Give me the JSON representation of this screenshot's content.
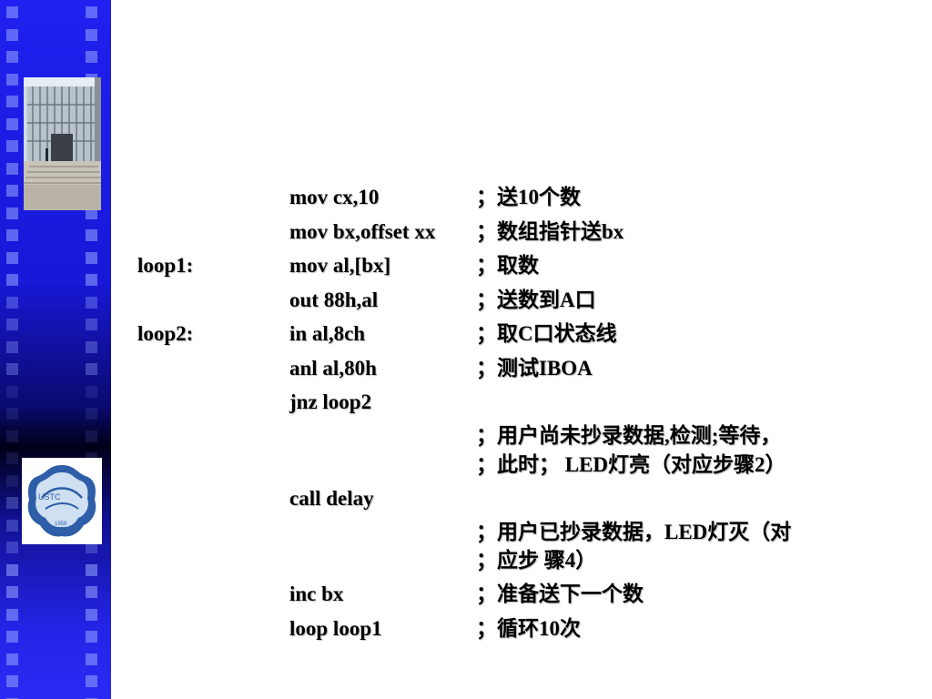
{
  "colors": {
    "sidebar_blue": "#2020f0",
    "sidebar_dark": "#000018",
    "text": "#000000"
  },
  "labels": [
    "loop1:",
    "loop2:"
  ],
  "code": [
    "mov cx,10",
    "mov bx,offset xx",
    "mov al,[bx]",
    "out 88h,al",
    "in al,8ch",
    "anl al,80h",
    "jnz loop2",
    "call delay",
    "inc bx",
    "loop  loop1"
  ],
  "comments": [
    "；送10个数",
    "；数组指针送bx",
    "；取数",
    "；送数到A口",
    "；取C口状态线",
    "；测试IBOA",
    "；用户尚未抄录数据,检测;等待，",
    "；此时； LED灯亮（对应步骤2）",
    "；用户已抄录数据，LED灯灭（对",
    "；应步 骤4）",
    "；准备送下一个数",
    "；循环10次"
  ],
  "logo": {
    "text": "USTC",
    "year": "1958"
  }
}
